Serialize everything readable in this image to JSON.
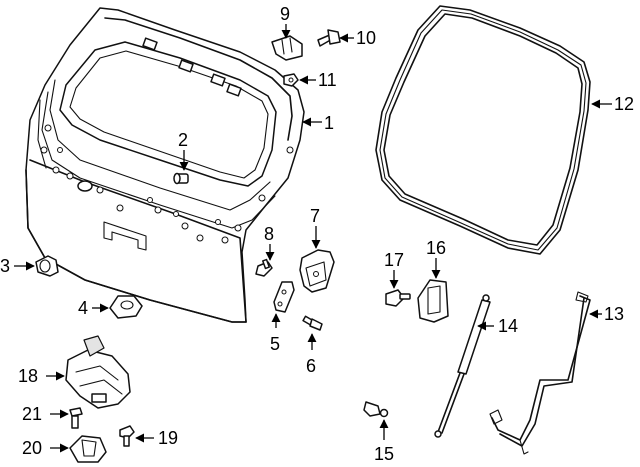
{
  "diagram": {
    "callouts": [
      {
        "id": "c1",
        "label": "1",
        "part": "liftgate-panel"
      },
      {
        "id": "c2",
        "label": "2",
        "part": "bumper-stop"
      },
      {
        "id": "c3",
        "label": "3",
        "part": "grommet"
      },
      {
        "id": "c4",
        "label": "4",
        "part": "pad"
      },
      {
        "id": "c5",
        "label": "5",
        "part": "hinge-bracket"
      },
      {
        "id": "c6",
        "label": "6",
        "part": "bolt"
      },
      {
        "id": "c7",
        "label": "7",
        "part": "hinge"
      },
      {
        "id": "c8",
        "label": "8",
        "part": "bolt"
      },
      {
        "id": "c9",
        "label": "9",
        "part": "bracket"
      },
      {
        "id": "c10",
        "label": "10",
        "part": "screw"
      },
      {
        "id": "c11",
        "label": "11",
        "part": "nut"
      },
      {
        "id": "c12",
        "label": "12",
        "part": "weatherstrip"
      },
      {
        "id": "c13",
        "label": "13",
        "part": "wire-harness"
      },
      {
        "id": "c14",
        "label": "14",
        "part": "support-strut"
      },
      {
        "id": "c15",
        "label": "15",
        "part": "ball-stud"
      },
      {
        "id": "c16",
        "label": "16",
        "part": "strut-bracket"
      },
      {
        "id": "c17",
        "label": "17",
        "part": "bolt"
      },
      {
        "id": "c18",
        "label": "18",
        "part": "latch-actuator"
      },
      {
        "id": "c19",
        "label": "19",
        "part": "bolt"
      },
      {
        "id": "c20",
        "label": "20",
        "part": "striker"
      },
      {
        "id": "c21",
        "label": "21",
        "part": "bolt"
      }
    ]
  }
}
